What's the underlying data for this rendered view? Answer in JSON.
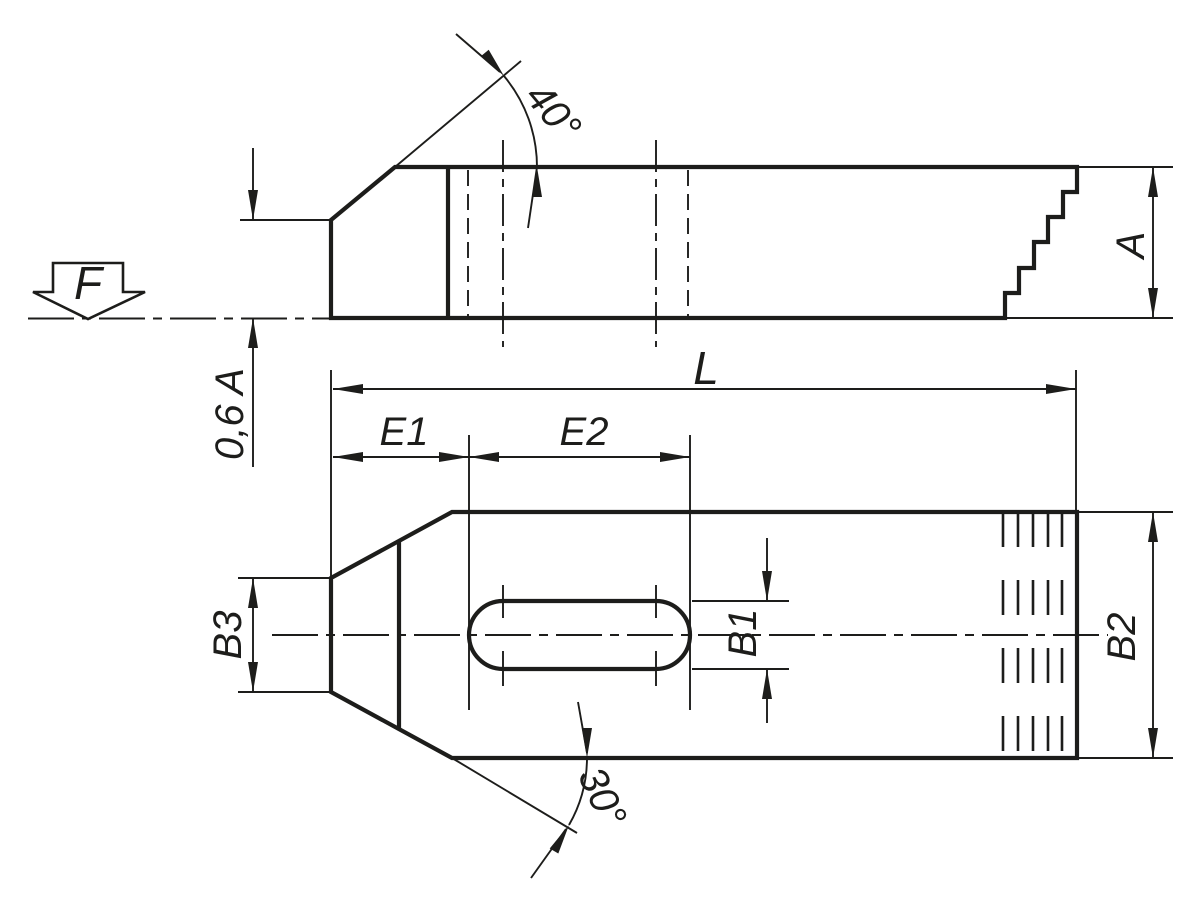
{
  "drawing": {
    "background": "#ffffff",
    "line_color": "#1d1d1b"
  },
  "side_view": {
    "labels": {
      "force": "F",
      "chamfer_angle": "40°",
      "height": "A",
      "step_height": "0,6 A"
    }
  },
  "top_view": {
    "labels": {
      "length": "L",
      "slot_offset": "E1",
      "slot_length": "E2",
      "slot_width": "B1",
      "body_width": "B2",
      "nose_width": "B3",
      "nose_angle": "30°"
    }
  }
}
